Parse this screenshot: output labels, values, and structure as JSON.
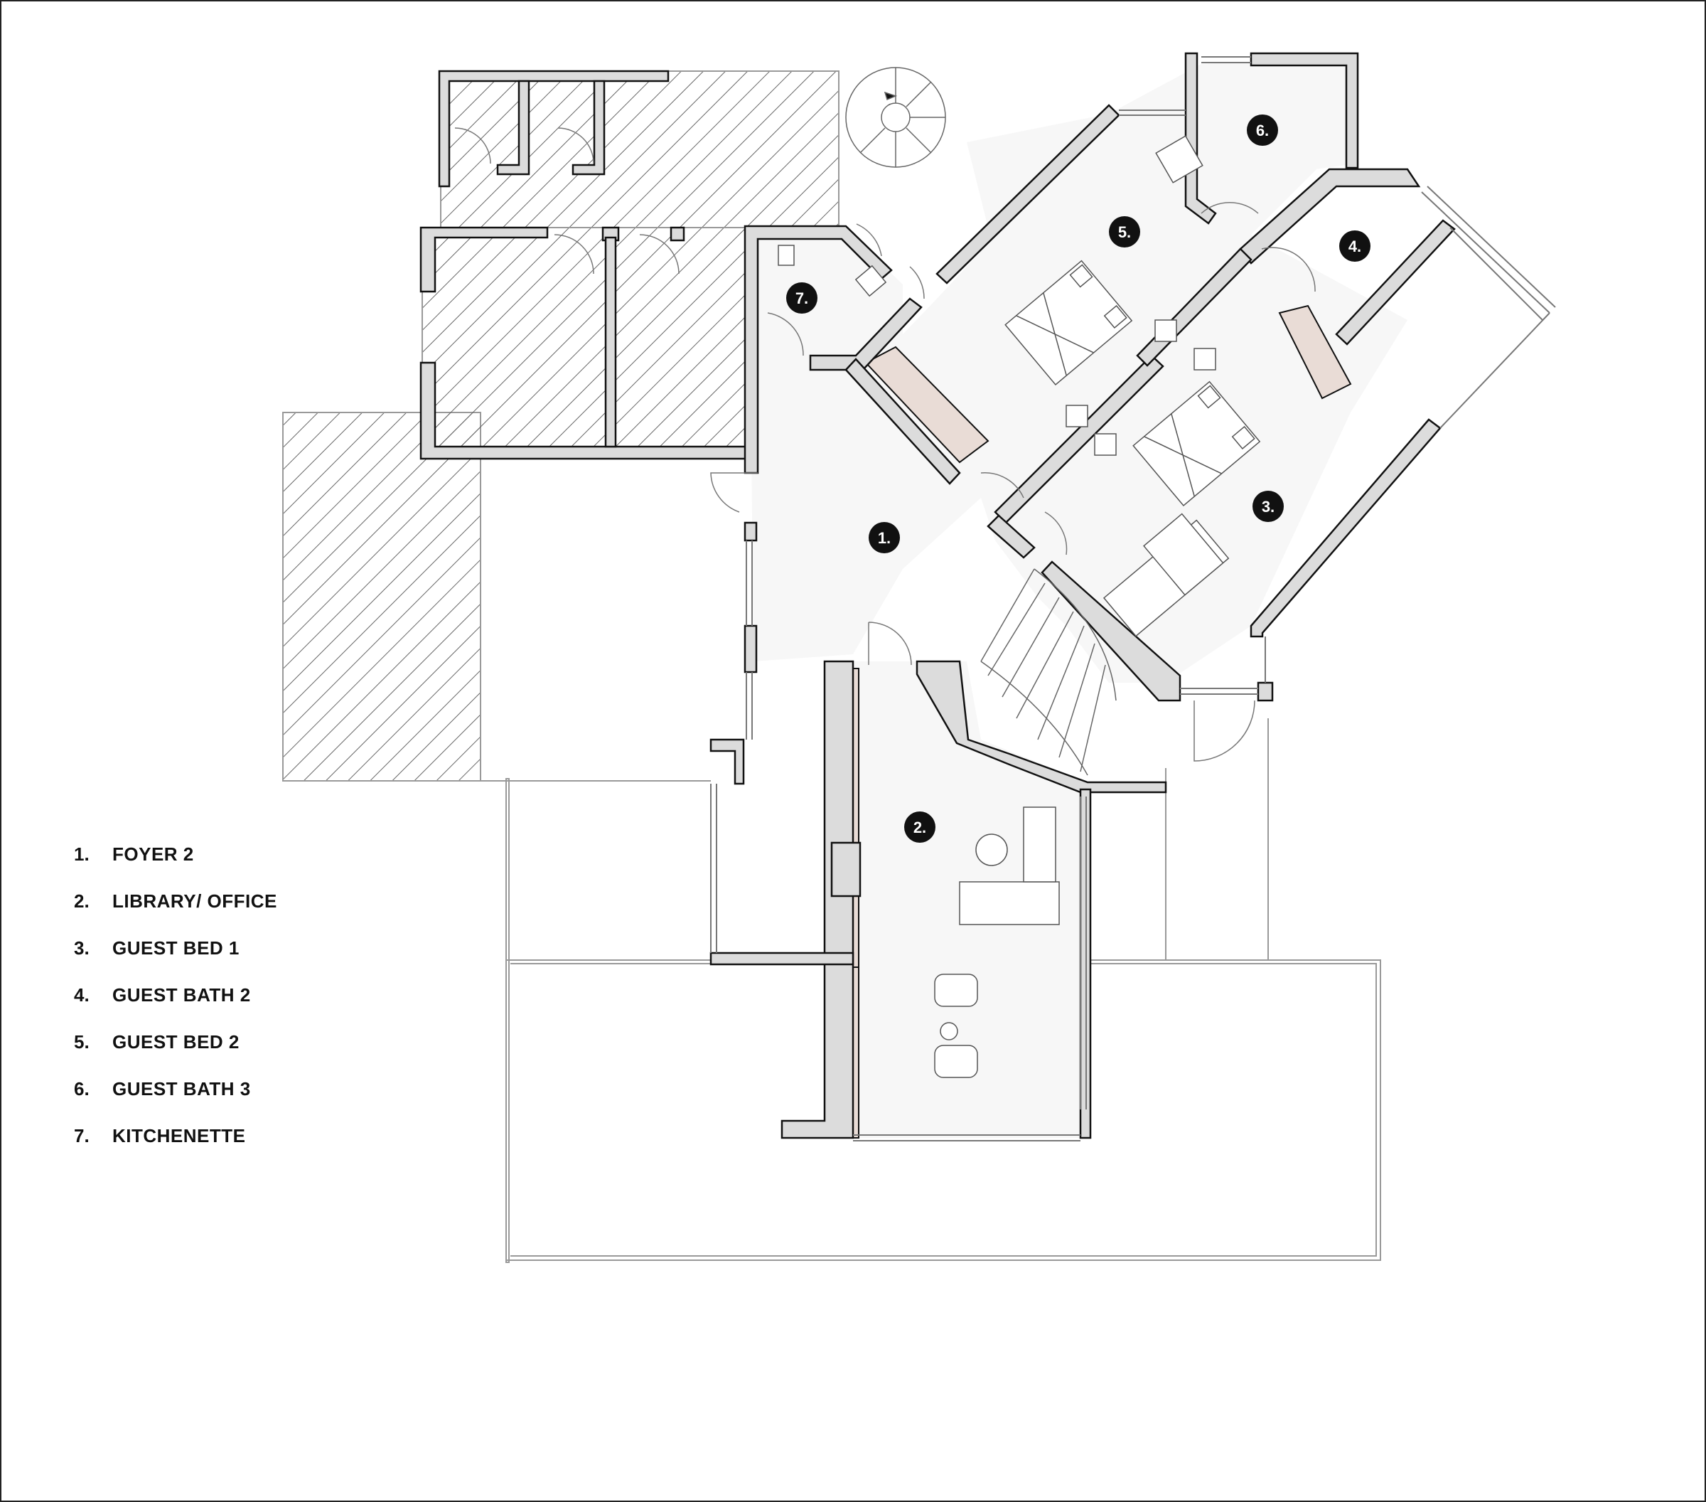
{
  "legend": [
    {
      "num": "1.",
      "label": "FOYER 2"
    },
    {
      "num": "2.",
      "label": "LIBRARY/ OFFICE"
    },
    {
      "num": "3.",
      "label": "GUEST BED 1"
    },
    {
      "num": "4.",
      "label": "GUEST BATH 2"
    },
    {
      "num": "5.",
      "label": "GUEST BED 2"
    },
    {
      "num": "6.",
      "label": "GUEST BATH 3"
    },
    {
      "num": "7.",
      "label": "KITCHENETTE"
    }
  ],
  "room_tags": [
    "1.",
    "2.",
    "3.",
    "4.",
    "5.",
    "6.",
    "7."
  ],
  "colors": {
    "wall": "#dcdcdc",
    "wall_outline": "#111111",
    "floor": "#f7f7f7",
    "accent_wall": "#e9dcd6",
    "hatch": "#555555",
    "tag_fill": "#111111"
  }
}
